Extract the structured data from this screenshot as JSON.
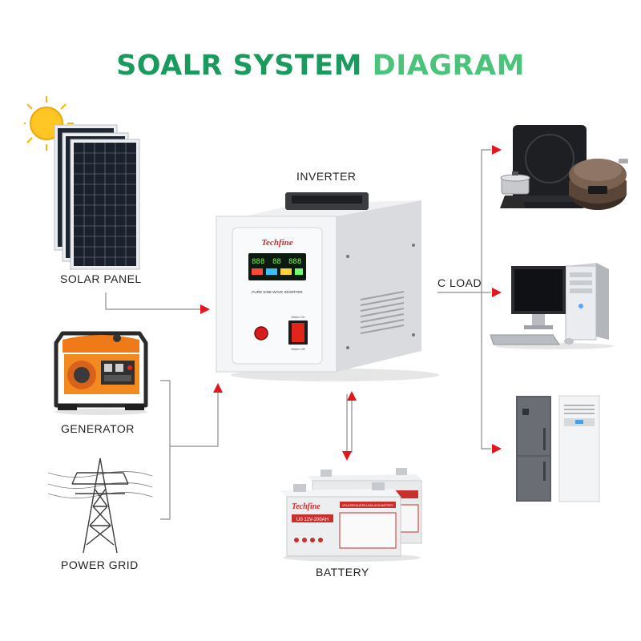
{
  "title": {
    "part1": "SOALR SYSTEM",
    "part2": " DIAGRAM"
  },
  "labels": {
    "inverter": "INVERTER",
    "solar_panel": "SOLAR  PANEL",
    "generator": "GENERATOR",
    "power_grid": "POWER GRID",
    "battery": "BATTERY",
    "load": "C LOAD"
  },
  "inverter_device": {
    "brand": "Techfine",
    "model": "PURE SINE WAVE INVERTER",
    "switch_top": "Mains On",
    "switch_bottom": "Mains Off"
  },
  "battery_device": {
    "brand": "Techfine",
    "model": "U0 12V-200AH",
    "subtitle": "VRLA REGULATED LEAD-ACID BATTERY"
  },
  "colors": {
    "title_dark": "#1a9a5c",
    "title_light": "#4cc37a",
    "arrow": "#e3161b",
    "line": "#888888"
  }
}
